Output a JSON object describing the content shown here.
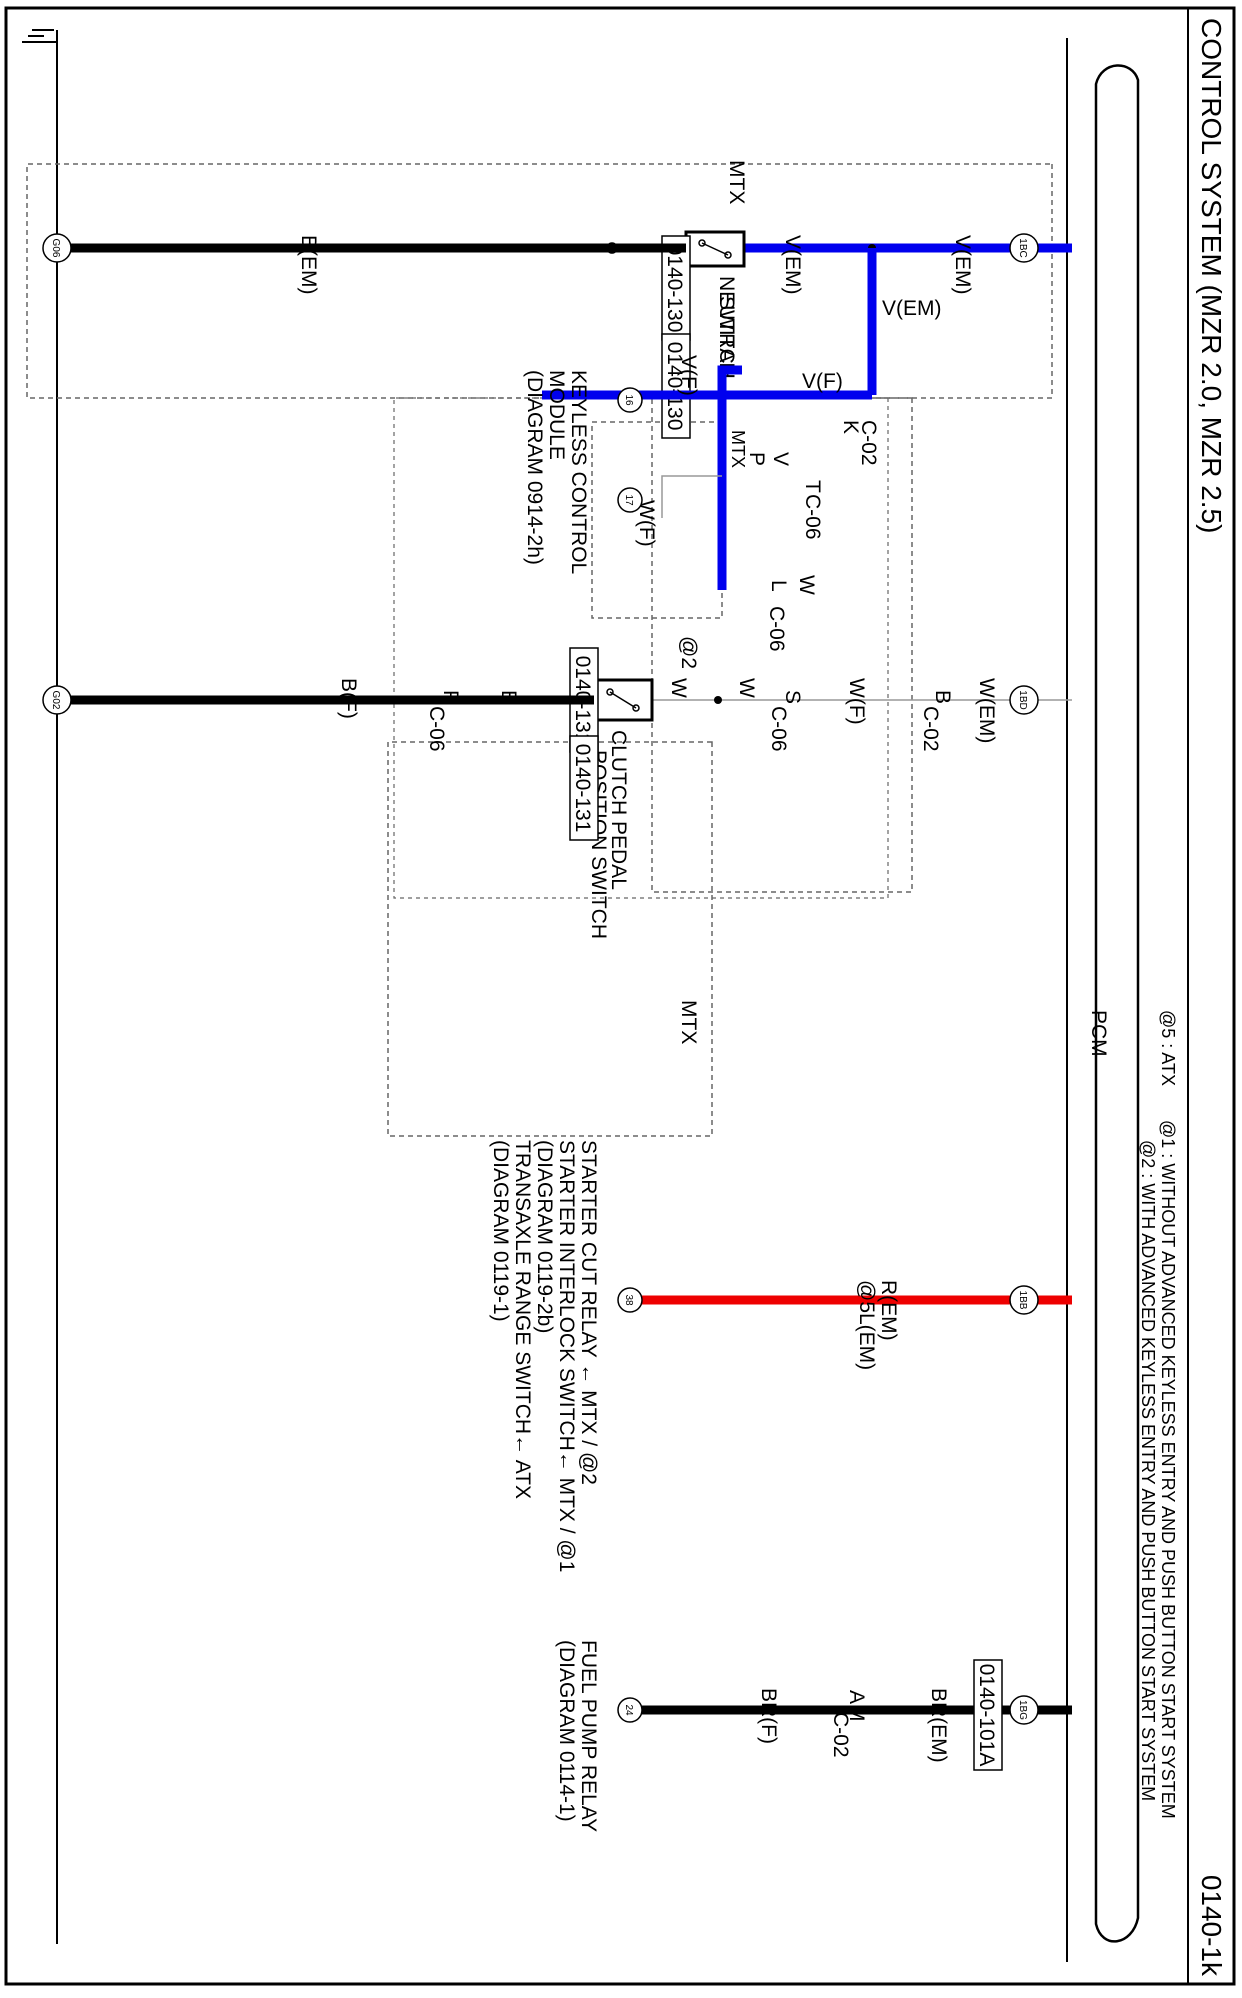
{
  "title": "CONTROL SYSTEM (MZR 2.0, MZR 2.5)",
  "page_number": "0140-1k",
  "legend": [
    "@1 : WITHOUT ADVANCED KEYLESS ENTRY AND PUSH BUTTON START SYSTEM",
    "@2 : WITH ADVANCED KEYLESS ENTRY AND PUSH BUTTON START SYSTEM",
    "@5 : ATX"
  ],
  "pcm_label": "PCM",
  "pcm_pins": [
    "1BC",
    "1BD",
    "1BB",
    "1BG"
  ],
  "ground_points": [
    "G06",
    "G02"
  ],
  "components": {
    "neutral_switch": {
      "name_line1": "NEUTRAL",
      "name_line2": "SWITCH",
      "ref1": "0140-130",
      "ref2": "0140-130"
    },
    "clutch_switch": {
      "name_line1": "CLUTCH PEDAL",
      "name_line2": "POSITION SWITCH",
      "ref1": "0140-131",
      "ref2": "0140-131"
    },
    "keyless_module": {
      "line1": "KEYLESS CONTROL",
      "line2": "MODULE",
      "line3": "(DIAGRAM 0914-2h)",
      "pin_a": "16",
      "pin_b": "17"
    },
    "pcm_ref": "0140-101A"
  },
  "region_labels": {
    "mtx_top": "MTX",
    "mtx_clutch": "MTX",
    "mtx_keyless": "MTX",
    "at2": "@2"
  },
  "connectors": {
    "c02": "C-02",
    "c06": "C-06"
  },
  "pin_letters": {
    "K": "K",
    "T": "T",
    "V": "V",
    "P": "P",
    "L": "L",
    "W": "W",
    "B": "B",
    "S": "S",
    "R": "R",
    "AM": "AM"
  },
  "wires": {
    "v_em": "V(EM)",
    "v_f": "V(F)",
    "w_f": "W(F)",
    "w_em": "W(EM)",
    "b_em": "B(EM)",
    "b_f": "B(F)",
    "r_em": "R(EM)",
    "r_em_sub": "@5L(EM)",
    "br_em": "BR(EM)",
    "br_f": "BR(F)",
    "w": "W"
  },
  "starter": {
    "pin": "38",
    "line1": "STARTER CUT RELAY ← MTX / @2",
    "line2": "STARTER INTERLOCK SWITCH← MTX / @1",
    "line3": "(DIAGRAM 0119-2b)",
    "line4": "TRANSAXLE RANGE SWITCH← ATX",
    "line5": "(DIAGRAM 0119-1)"
  },
  "fuel": {
    "pin": "24",
    "line1": "FUEL PUMP RELAY",
    "line2": "(DIAGRAM 0114-1)"
  },
  "colors": {
    "blue": "#0000ee",
    "red": "#ee0000",
    "black": "#000000"
  }
}
